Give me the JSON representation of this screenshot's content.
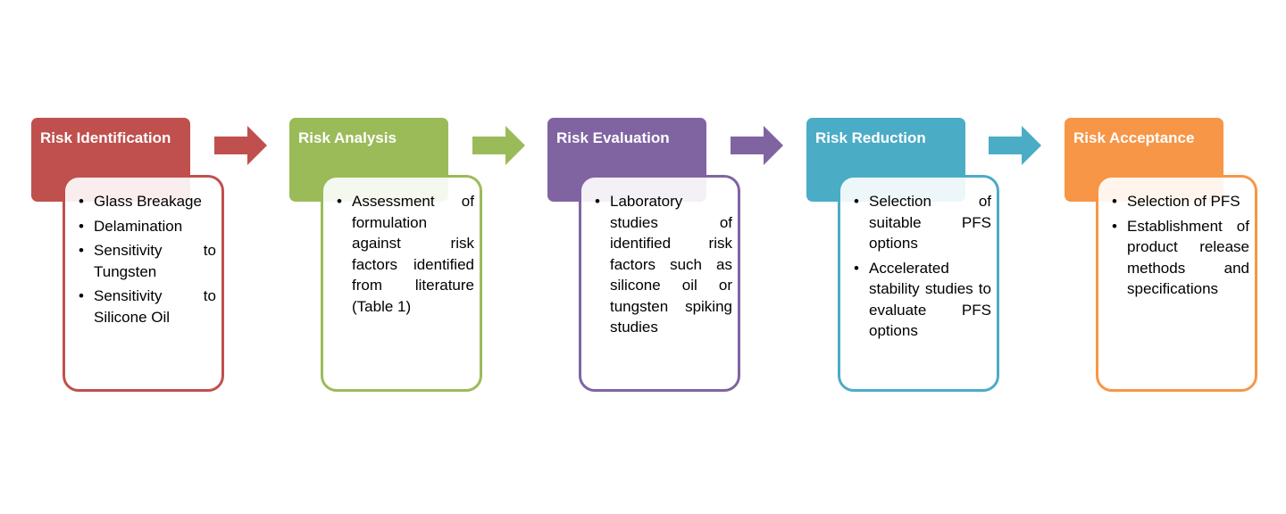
{
  "stages": [
    {
      "title": "Risk Identification",
      "color": "#C0504D",
      "bullets": [
        "Glass Breakage",
        "Delamination",
        "Sensitivity to Tungsten",
        "Sensitivity to Silicone Oil"
      ]
    },
    {
      "title": "Risk Analysis",
      "color": "#9BBB59",
      "bullets": [
        "Assessment of formulation against risk factors identified from literature (Table 1)"
      ]
    },
    {
      "title": "Risk Evaluation",
      "color": "#8064A2",
      "bullets": [
        "Laboratory studies of identified risk factors such as silicone oil or tungsten spiking studies"
      ]
    },
    {
      "title": "Risk Reduction",
      "color": "#4BACC6",
      "bullets": [
        "Selection of suitable PFS options",
        "Accelerated stability studies to evaluate PFS options"
      ]
    },
    {
      "title": "Risk Acceptance",
      "color": "#F79646",
      "bullets": [
        "Selection of PFS",
        "Establishment of product release methods and specifications"
      ]
    }
  ]
}
